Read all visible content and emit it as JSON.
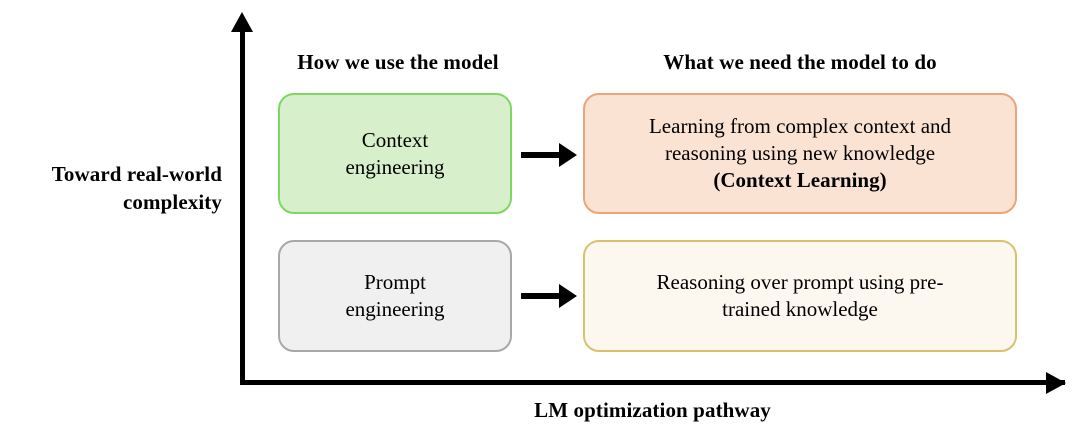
{
  "diagram": {
    "axes": {
      "y_label": "Toward real-world complexity",
      "y_label_line1": "Toward real-world",
      "y_label_line2": "complexity",
      "x_label": "LM optimization pathway",
      "y_arrow_icon": "up-arrow-icon",
      "x_arrow_icon": "right-arrow-icon"
    },
    "columns": [
      {
        "id": "how-we-use",
        "header": "How we use the model"
      },
      {
        "id": "what-we-need",
        "header": "What we need the model to do"
      }
    ],
    "rows": [
      {
        "id": "context",
        "left_box": {
          "label_line1": "Context",
          "label_line2": "engineering",
          "fill": "#d7f0cb",
          "border": "#7fd661"
        },
        "connector_icon": "right-arrow-icon",
        "right_box": {
          "label_line1": "Learning from complex context and",
          "label_line2": "reasoning using new knowledge",
          "emphasis": "(Context Learning)",
          "fill": "#fbe3d4",
          "border": "#f0a278"
        }
      },
      {
        "id": "prompt",
        "left_box": {
          "label_line1": "Prompt",
          "label_line2": "engineering",
          "fill": "#f0f0f0",
          "border": "#a8a8a8"
        },
        "connector_icon": "right-arrow-icon",
        "right_box": {
          "label_line1": "Reasoning over prompt using pre-",
          "label_line2": "trained knowledge",
          "emphasis": "",
          "fill": "#fcf7ef",
          "border": "#d9c36a"
        }
      }
    ],
    "colors": {
      "axis": "#000000",
      "background": "#ffffff",
      "text": "#000000"
    }
  }
}
